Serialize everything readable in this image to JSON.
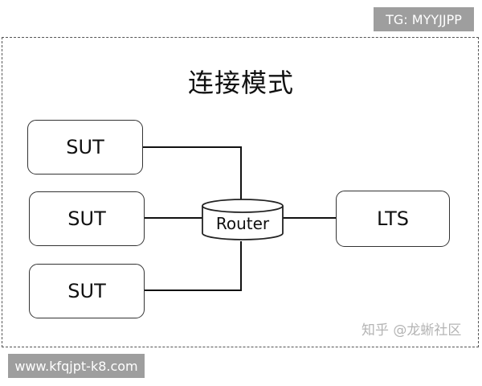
{
  "title": "连接模式",
  "nodes": {
    "sut_top": "SUT",
    "sut_middle": "SUT",
    "sut_bottom": "SUT",
    "router": "Router",
    "lts": "LTS"
  },
  "overlays": {
    "tag": "TG: MYYJJPP",
    "url": "www.kfqjpt-k8.com",
    "watermark": "知乎 @龙蜥社区"
  }
}
